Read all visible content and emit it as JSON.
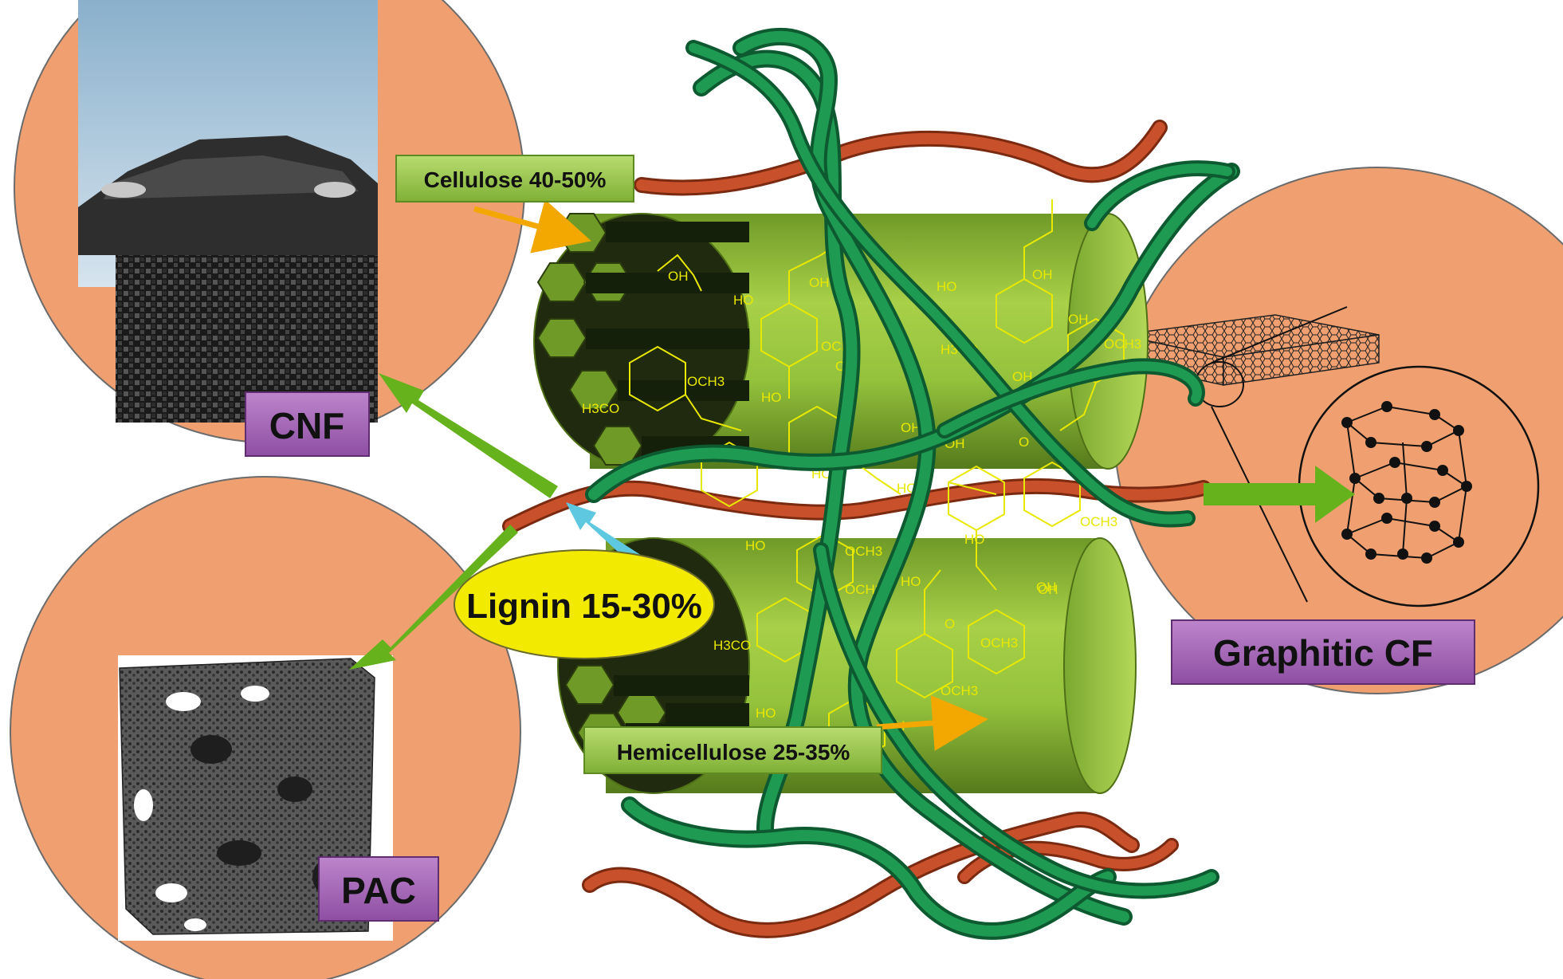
{
  "labels": {
    "cnf": "CNF",
    "pac": "PAC",
    "graphitic_cf": "Graphitic CF",
    "cellulose": "Cellulose 40-50%",
    "hemicellulose": "Hemicellulose 25-35%",
    "lignin": "Lignin 15-30%"
  },
  "chem_groups": {
    "oh": "OH",
    "ho": "HO",
    "och3": "OCH3",
    "h3co": "H3CO",
    "o": "O"
  },
  "colors": {
    "circle_fill": "#f0a070",
    "purple_box": "#a868b8",
    "green_box": "#98c848",
    "cylinder": "#8cb83a",
    "lignin_fiber": "#1f9a52",
    "hemi_fiber": "#c8502a",
    "chem_lines": "#e8e800",
    "lignin_ellipse": "#f2ea00",
    "arrow_green": "#66b21c",
    "arrow_orange": "#f2a800",
    "arrow_cyan": "#5ec8e0"
  }
}
